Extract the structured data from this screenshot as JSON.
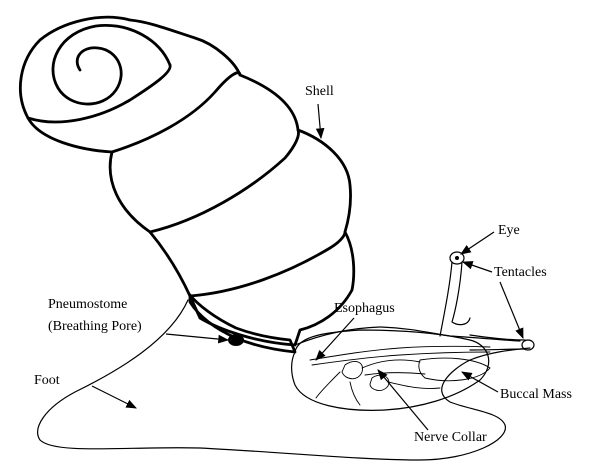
{
  "labels": {
    "shell": "Shell",
    "eye": "Eye",
    "tentacles": "Tentacles",
    "pneumostome_line1": "Pneumostome",
    "pneumostome_line2": "(Breathing Pore)",
    "esophagus": "Esophagus",
    "foot": "Foot",
    "buccal_mass": "Buccal Mass",
    "nerve_collar": "Nerve Collar"
  },
  "colors": {
    "line": "#000000",
    "background": "#ffffff"
  }
}
